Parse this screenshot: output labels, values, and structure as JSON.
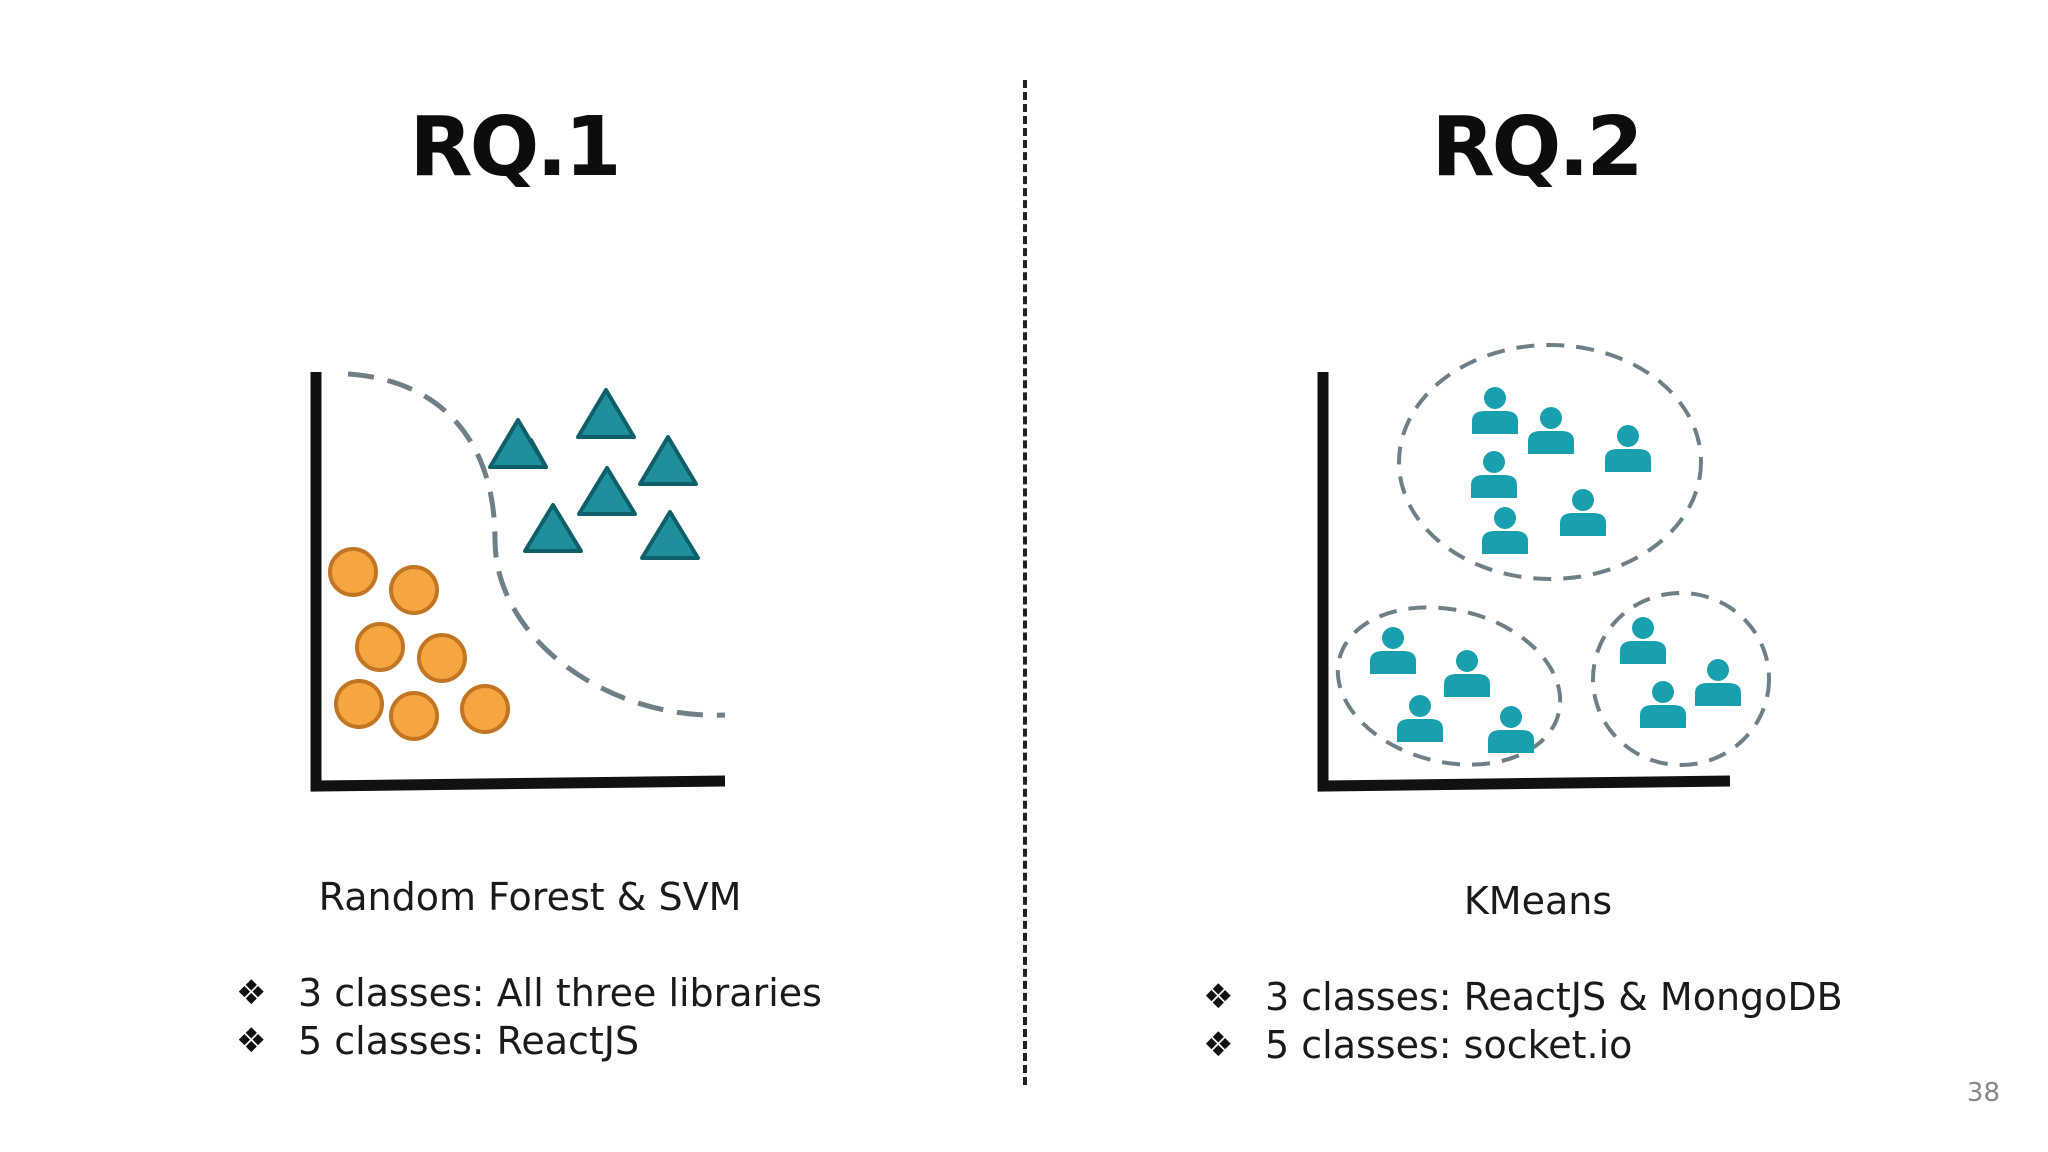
{
  "left": {
    "title": "RQ.1",
    "method": "Random Forest & SVM",
    "bullets": [
      {
        "icon": "diamond-bullet-icon",
        "text": "3 classes: All three libraries"
      },
      {
        "icon": "diamond-bullet-icon",
        "text": "5 classes: ReactJS"
      }
    ],
    "figure": {
      "type": "classification-illustration",
      "circle_color": "#f5a640",
      "triangle_color": "#1f8f9c"
    }
  },
  "right": {
    "title": "RQ.2",
    "method": "KMeans",
    "bullets": [
      {
        "icon": "diamond-bullet-icon",
        "text": "3 classes: ReactJS & MongoDB"
      },
      {
        "icon": "diamond-bullet-icon",
        "text": "5 classes: socket.io"
      }
    ],
    "figure": {
      "type": "clustering-illustration",
      "person_color": "#1a9fae",
      "cluster_outline_color": "#6f7f88"
    }
  },
  "page_number": "38"
}
